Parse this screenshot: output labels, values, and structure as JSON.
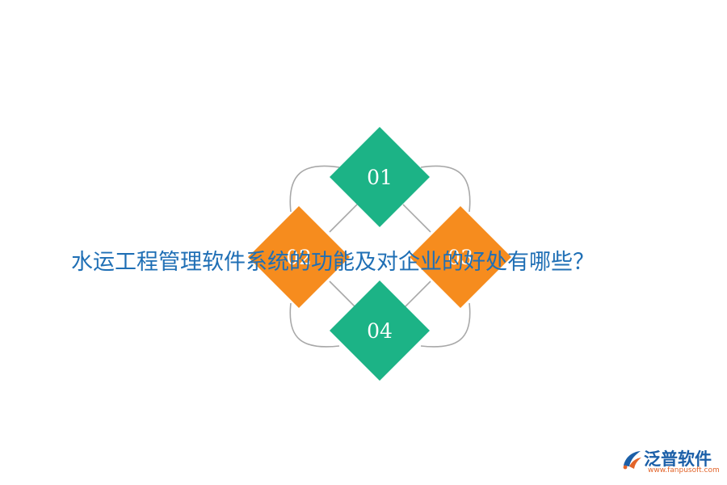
{
  "diagram": {
    "items": [
      {
        "label": "01",
        "color": "#1cb386"
      },
      {
        "label": "02",
        "color": "#f68c1e"
      },
      {
        "label": "03",
        "color": "#f68c1e"
      },
      {
        "label": "04",
        "color": "#1cb386"
      }
    ],
    "connector_color": "#a8a8a8"
  },
  "title": "水运工程管理软件系统的功能及对企业的好处有哪些？",
  "logo": {
    "name": "泛普软件",
    "url": "www.fanpusoft.com",
    "primary_color": "#1b5fa8",
    "accent_color": "#e2642a"
  }
}
